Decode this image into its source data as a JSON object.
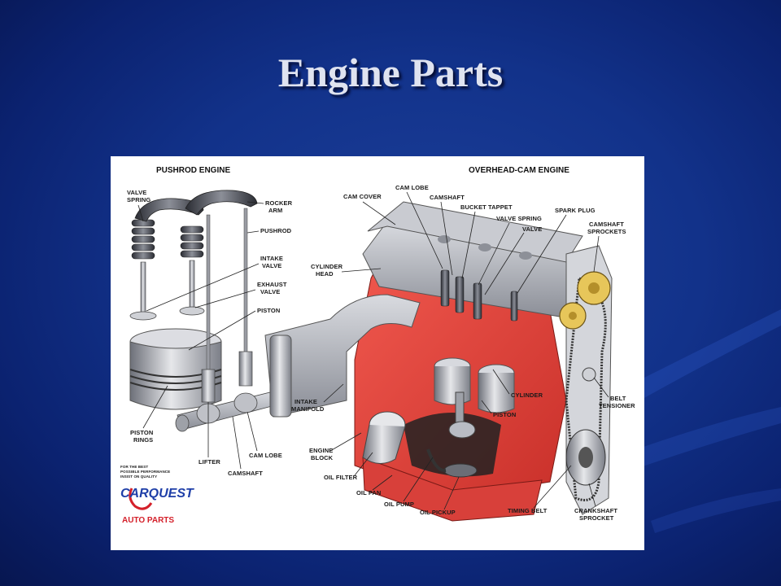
{
  "slide": {
    "title": "Engine Parts"
  },
  "diagram": {
    "pushrod_title": "PUSHROD ENGINE",
    "ohc_title": "OVERHEAD-CAM ENGINE",
    "pushrod_labels": {
      "valve_spring": [
        "VALVE",
        "SPRING"
      ],
      "rocker_arm": [
        "ROCKER",
        "ARM"
      ],
      "pushrod": "PUSHROD",
      "intake_valve": [
        "INTAKE",
        "VALVE"
      ],
      "exhaust_valve": [
        "EXHAUST",
        "VALVE"
      ],
      "piston": "PISTON",
      "piston_rings": [
        "PISTON",
        "RINGS"
      ],
      "lifter": "LIFTER",
      "camshaft": "CAMSHAFT",
      "cam_lobe": "CAM LOBE"
    },
    "ohc_labels": {
      "cam_cover": "CAM COVER",
      "cam_lobe": "CAM LOBE",
      "camshaft": "CAMSHAFT",
      "bucket_tappet": "BUCKET TAPPET",
      "valve_spring": "VALVE SPRING",
      "valve": "VALVE",
      "spark_plug": "SPARK PLUG",
      "camshaft_sprockets": [
        "CAMSHAFT",
        "SPROCKETS"
      ],
      "cylinder_head": [
        "CYLINDER",
        "HEAD"
      ],
      "intake_manifold": [
        "INTAKE",
        "MANIFOLD"
      ],
      "cylinder": "CYLINDER",
      "piston": "PISTON",
      "belt_tensioner": [
        "BELT",
        "TENSIONER"
      ],
      "engine_block": [
        "ENGINE",
        "BLOCK"
      ],
      "oil_filter": "OIL FILTER",
      "oil_pan": "OIL PAN",
      "oil_pump": "OIL PUMP",
      "oil_pickup": "OIL PICKUP",
      "timing_belt": "TIMING BELT",
      "crankshaft_sprocket": [
        "CRANKSHAFT",
        "SPROCKET"
      ]
    },
    "logo": {
      "tagline": [
        "FOR THE BEST",
        "POSSIBLE PERFORMANCE",
        "INSIST ON QUALITY"
      ],
      "brand": "CARQUEST",
      "sub": "AUTO PARTS"
    }
  },
  "colors": {
    "background": "#12328a",
    "title": "#dfe3f0",
    "block_red": "#e8423a",
    "metal": "#b9bcc4",
    "brand_blue": "#1f3fa8",
    "brand_red": "#d4202a"
  }
}
